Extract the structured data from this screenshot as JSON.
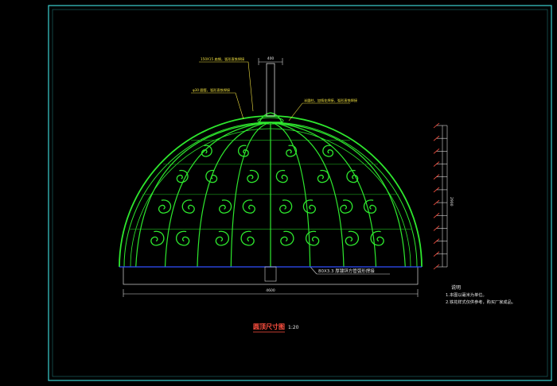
{
  "colors": {
    "background": "#000000",
    "frame": "#3bd0d0",
    "ironwork": "#2ee82e",
    "ironwork_dark": "#1a9a1a",
    "base_line": "#3050ff",
    "dimension": "#d8d8d8",
    "title": "#ff5040",
    "notes": "#e8e8e8",
    "leader_text": "#f0e040"
  },
  "icons": {
    "finial": "crown-finial-icon",
    "scroll": "scroll-ornament-icon"
  },
  "drawing": {
    "title": "圆顶尺寸图",
    "scale": "1:20",
    "callouts": {
      "top_left_1": "150X15 扁钢，弧形直铁焊接",
      "top_left_2": "φ30 圆管，弧形直铁焊接",
      "top_right": "半圆柱，加铸花焊接，弧形直铁焊接",
      "base_label": "80X3.3 厚镀锌方管弧形焊接"
    },
    "dimensions": {
      "top_width": "400",
      "base_width": "4600",
      "right_height": "2900"
    },
    "notes": {
      "heading": "说明",
      "items": [
        "1.本图以毫米为单位。",
        "2.铁花样式仅供参考，购买厂家成品。"
      ]
    }
  }
}
